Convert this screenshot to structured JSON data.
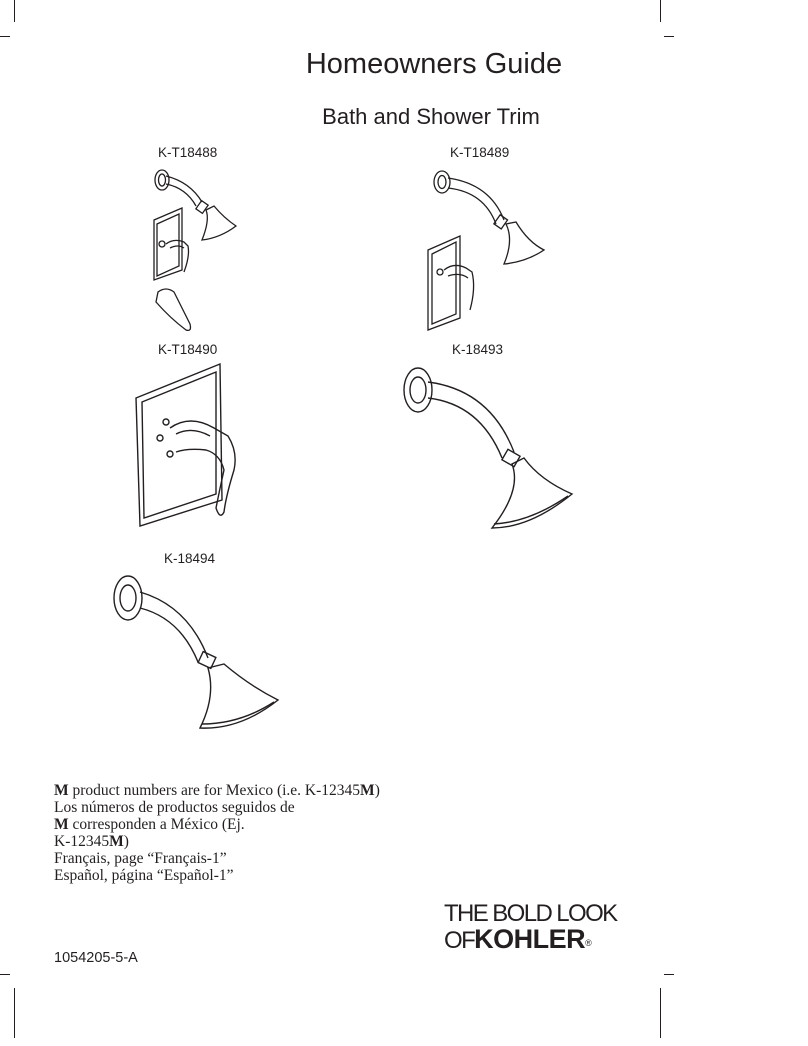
{
  "header": {
    "title": "Homeowners Guide",
    "subtitle": "Bath and Shower Trim"
  },
  "models": [
    {
      "label": "K-T18488"
    },
    {
      "label": "K-T18489"
    },
    {
      "label": "K-T18490"
    },
    {
      "label": "K-18493"
    },
    {
      "label": "K-18494"
    }
  ],
  "notes": {
    "line1_bold": "M",
    "line1_text": " product numbers are for Mexico (i.e. K-12345",
    "line1_bold2": "M",
    "line1_end": ")",
    "line2": "Los números de productos seguidos de",
    "line3_bold": "M",
    "line3_text": " corresponden a México (Ej.",
    "line4_text": "K-12345",
    "line4_bold": "M",
    "line4_end": ")",
    "line5": "Français, page “Français-1”",
    "line6": "Español, página “Español-1”"
  },
  "footer": {
    "doc_number": "1054205-5-A",
    "logo_line1": "THE BOLD LOOK",
    "logo_of": "OF",
    "logo_brand": "KOHLER",
    "logo_reg": "®"
  }
}
